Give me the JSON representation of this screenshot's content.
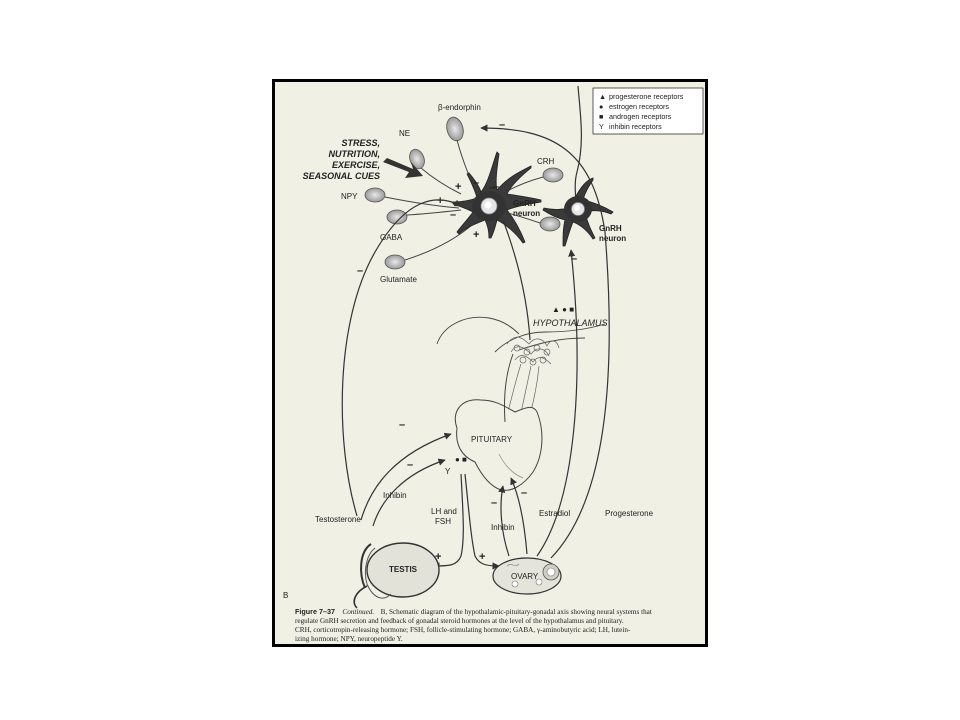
{
  "legend": [
    {
      "symbol": "▲",
      "text": "progesterone receptors"
    },
    {
      "symbol": "●",
      "text": "estrogen receptors"
    },
    {
      "symbol": "■",
      "text": "androgen receptors"
    },
    {
      "symbol": "Y",
      "text": "inhibin receptors"
    }
  ],
  "stress_lines": [
    "STRESS,",
    "NUTRITION,",
    "EXERCISE,",
    "SEASONAL CUES"
  ],
  "neurons": {
    "beta_endorphin": "β-endorphin",
    "ne": "NE",
    "crh": "CRH",
    "npy": "NPY",
    "gaba": "GABA",
    "glutamate": "Glutamate"
  },
  "gnrh_lines": [
    "GnRH",
    "neuron"
  ],
  "receptor_symbols": "▲ ● ■",
  "hypothalamus": "HYPOTHALAMUS",
  "pituitary": "PITUITARY",
  "pituitary_symbols": "● ■",
  "lh_fsh_lines": [
    "LH and",
    "FSH"
  ],
  "hormones": {
    "inhibin": "Inhibin",
    "testosterone": "Testosterone",
    "estradiol": "Estradiol",
    "progesterone": "Progesterone"
  },
  "testis": "TESTIS",
  "ovary": "OVARY",
  "panel_letter": "B",
  "signs": {
    "plus": "+",
    "minus": "–"
  },
  "caption": {
    "figure_label": "Figure 7–37",
    "continued": "Continued.",
    "lines": [
      "B, Schematic diagram of the hypothalamic-pituitary-gonadal axis showing neural systems that",
      "regulate GnRH secretion and feedback of gonadal steroid hormones at the level of the hypothalamus and pituitary.",
      "CRH, corticotropin-releasing hormone; FSH, follicle-stimulating hormone; GABA, γ-aminobutyric acid; LH, lutein-",
      "izing hormone; NPY, neuropeptide Y."
    ]
  }
}
